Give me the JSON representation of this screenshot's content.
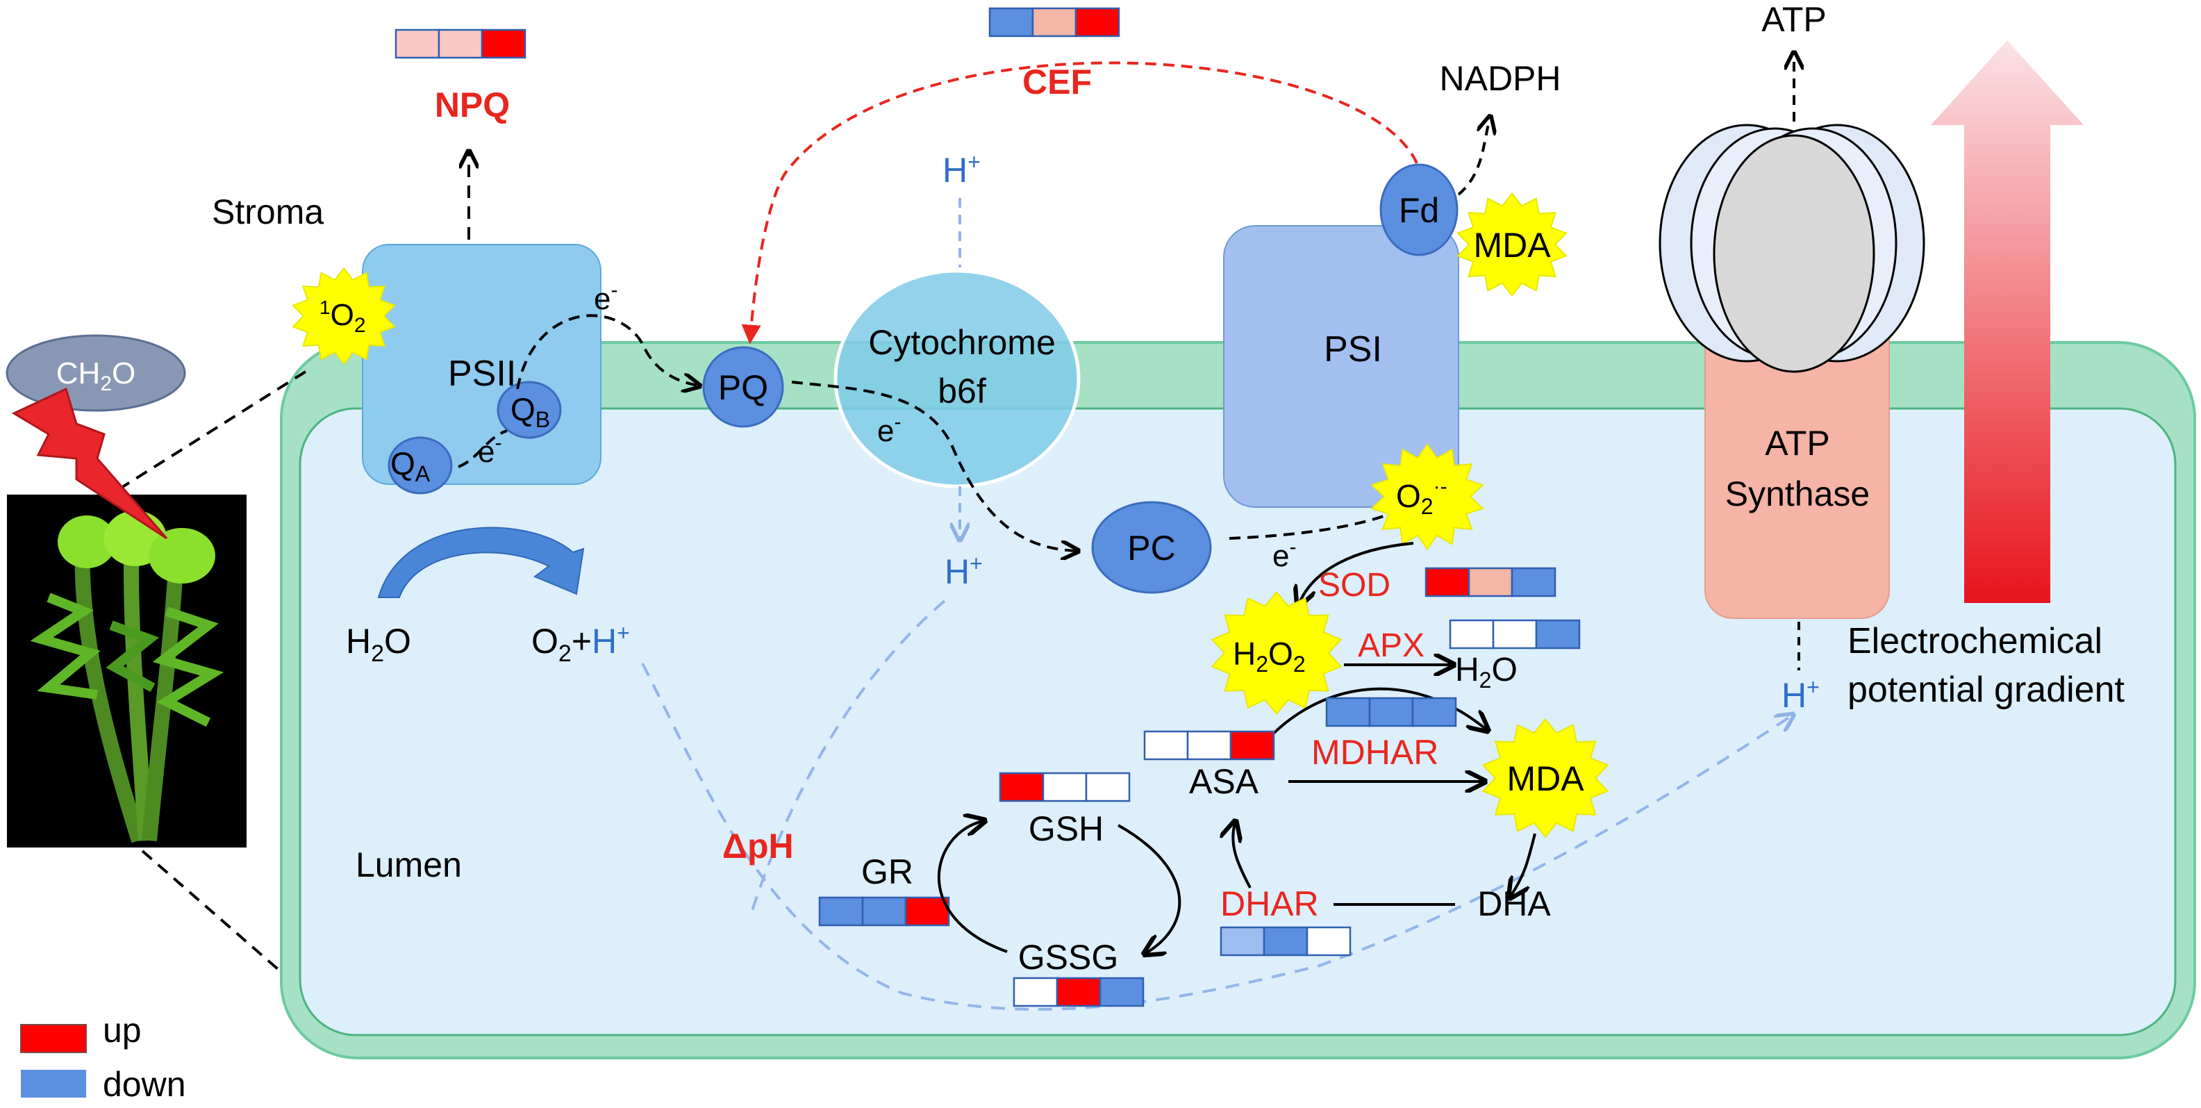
{
  "colors": {
    "up": "#ff0000",
    "up_light": "#f4b6a6",
    "up_pale": "#f8c9c2",
    "down": "#5b8fe0",
    "down_light": "#9dbdf0",
    "white": "#ffffff",
    "membrane": "#a3e0c2",
    "lumen": "#dff0fb",
    "red_text": "#e8261f",
    "blue_text": "#2f6fc7"
  },
  "labels": {
    "stroma": "Stroma",
    "lumen": "Lumen",
    "npq": "NPQ",
    "cef": "CEF",
    "singlet_o2_pre": "1",
    "singlet_o2": "O",
    "singlet_o2_sub": "2",
    "ch2o": "CH",
    "ch2o_sub": "2",
    "ch2o_end": "O",
    "psii": "PSII",
    "qb": "Q",
    "qb_sub": "B",
    "qa": "Q",
    "qa_sub": "A",
    "e_minus": "e",
    "e_sup": "-",
    "pq": "PQ",
    "cyt_line1": "Cytochrome",
    "cyt_line2": "b6f",
    "h_plus": "H",
    "plus": "+",
    "pc": "PC",
    "psi": "PSI",
    "fd": "Fd",
    "mda": "MDA",
    "nadph": "NADPH",
    "atp": "ATP",
    "atp_synthase_line1": "ATP",
    "atp_synthase_line2": "Synthase",
    "o2_radical": "O",
    "o2_radical_sub": "2",
    "o2_radical_sup": "·-",
    "h2o_a": "H",
    "h2o_b": "2",
    "h2o_c": "O",
    "o2h": "O",
    "o2h_sub": "2",
    "o2h_plus": "+",
    "sod": "SOD",
    "apx": "APX",
    "h2o2_a": "H",
    "h2o2_b": "2",
    "h2o2_c": "O",
    "h2o2_d": "2",
    "mdhar": "MDHAR",
    "asa": "ASA",
    "gsh": "GSH",
    "gr": "GR",
    "gssg": "GSSG",
    "dhar": "DHAR",
    "dha": "DHA",
    "delta_ph": "ΔpH",
    "gradient_line1": "Electrochemical",
    "gradient_line2": "potential gradient",
    "legend_up": "up",
    "legend_down": "down"
  },
  "heatmaps": {
    "npq": [
      "up_pale",
      "up_pale",
      "up"
    ],
    "cef": [
      "down",
      "up_light",
      "up"
    ],
    "sod": [
      "up",
      "up_light",
      "down"
    ],
    "apx": [
      "white",
      "white",
      "down"
    ],
    "mdhar": [
      "down",
      "down",
      "down"
    ],
    "asa": [
      "white",
      "white",
      "up"
    ],
    "gsh": [
      "up",
      "white",
      "white"
    ],
    "gr": [
      "down",
      "down",
      "up"
    ],
    "gssg": [
      "white",
      "up",
      "down"
    ],
    "dhar": [
      "down_light",
      "down",
      "white"
    ]
  }
}
